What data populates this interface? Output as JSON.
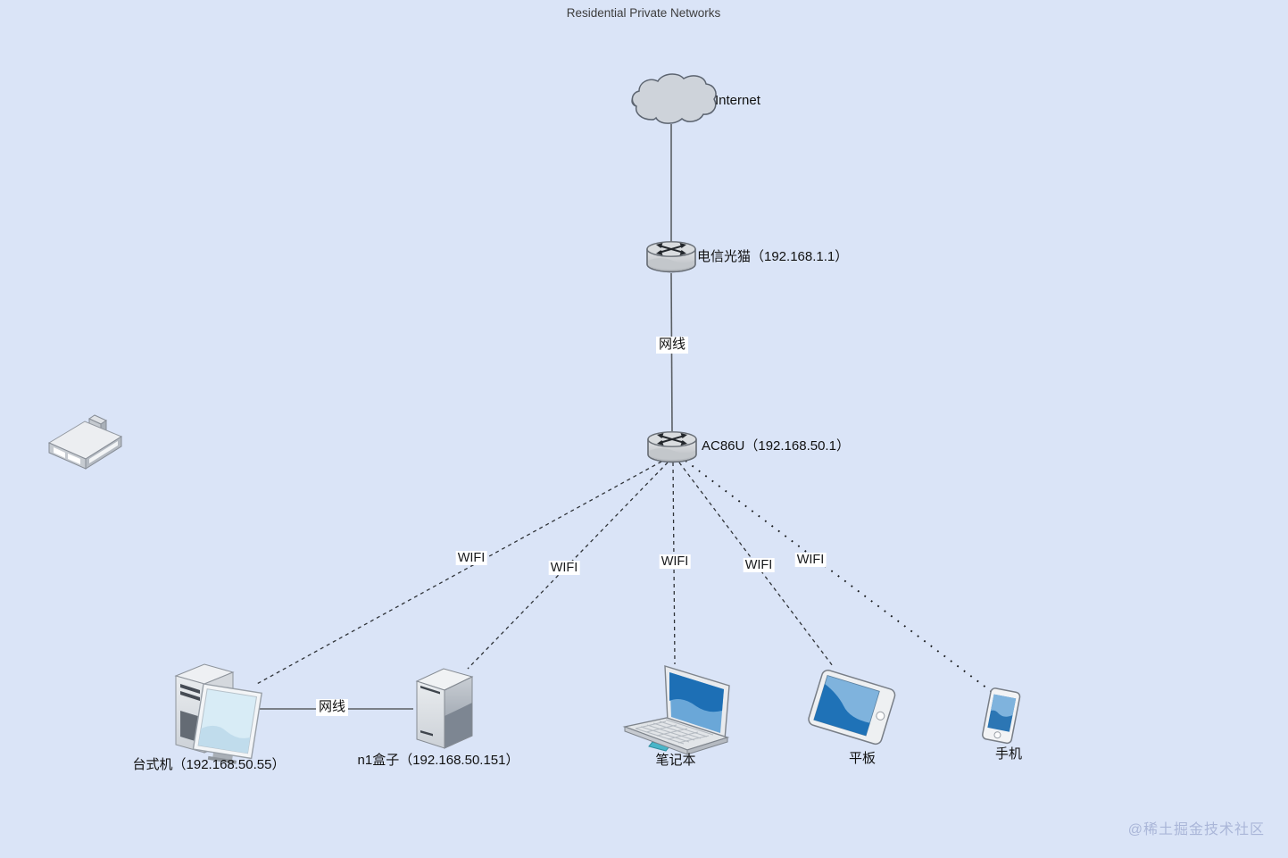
{
  "title": "Residential Private Networks",
  "watermark": "@稀土掘金技术社区",
  "nodes": {
    "internet": {
      "label": "Internet"
    },
    "modem": {
      "label": "电信光猫（192.168.1.1）"
    },
    "router": {
      "label": "AC86U（192.168.50.1）"
    },
    "desktop": {
      "label": "台式机（192.168.50.55）"
    },
    "n1box": {
      "label": "n1盒子（192.168.50.151）"
    },
    "laptop": {
      "label": "笔记本"
    },
    "tablet": {
      "label": "平板"
    },
    "phone": {
      "label": "手机"
    }
  },
  "edges": {
    "wan_cable": {
      "label": "网线",
      "type": "solid"
    },
    "lan_cable": {
      "label": "网线",
      "type": "solid"
    },
    "wifi": [
      {
        "label": "WIFI",
        "type": "dashed",
        "to": "desktop"
      },
      {
        "label": "WIFI",
        "type": "dashed",
        "to": "n1box"
      },
      {
        "label": "WIFI",
        "type": "dashed",
        "to": "laptop"
      },
      {
        "label": "WIFI",
        "type": "dashed",
        "to": "tablet"
      },
      {
        "label": "WIFI",
        "type": "dotted",
        "to": "phone"
      }
    ]
  },
  "colors": {
    "background": "#dae4f7",
    "screen_blue": "#1f72b7",
    "screen_blue_light": "#6aa7d8",
    "watermark": "#aab6d8"
  }
}
